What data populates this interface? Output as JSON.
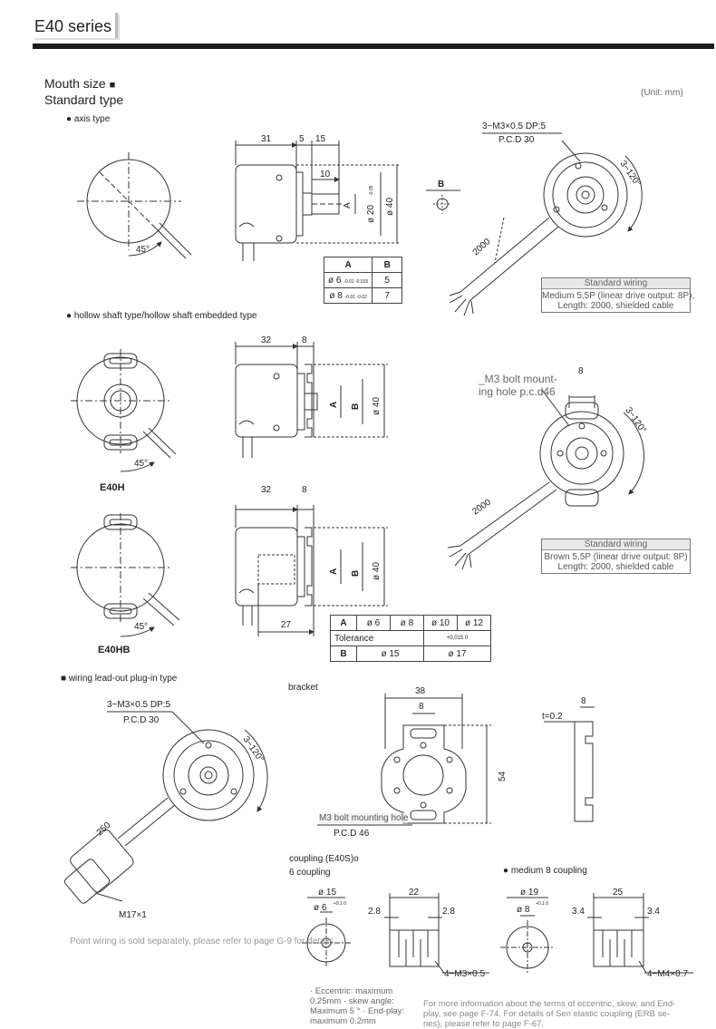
{
  "header": {
    "title": "E40 series"
  },
  "section_main": {
    "line1": "Mouth size",
    "bullet": "■",
    "line2": "Standard type",
    "unit": "(Unit: mm)"
  },
  "axis": {
    "label": "● axis type",
    "dims": {
      "d31": "31",
      "d5": "5",
      "d15": "15",
      "d10": "10",
      "dA": "A",
      "dphi20": "ø 20",
      "tol20": "-0.05",
      "dphi40": "ø 40",
      "angle": "45°",
      "B": "B"
    },
    "table": {
      "col_a": "A",
      "col_b": "B",
      "rows": [
        {
          "a": "ø 6",
          "tol": "-0.01 -0.015",
          "b": "5"
        },
        {
          "a": "ø 8",
          "tol": "-0.01 -0.02",
          "b": "7"
        }
      ]
    },
    "mount": {
      "screw": "3−M3×0.5 DP:5",
      "pcd": "P.C.D 30",
      "angle": "3−120°",
      "cable": "2000"
    },
    "wiring": {
      "head": "Standard wiring",
      "l1": "Medium 5,5P (linear drive output: 8P),",
      "l2": "Length: 2000, shielded cable"
    }
  },
  "hollow": {
    "label": "● hollow shaft type/hollow shaft embedded type",
    "e40h": {
      "name": "E40H",
      "d32": "32",
      "d8": "8",
      "A": "A",
      "B": "B",
      "phi40": "ø 40",
      "angle": "45°"
    },
    "bolt": {
      "l1": "_M3 bolt mount-",
      "l2": "ing hole p.c.d46",
      "d8": "8",
      "angle": "3−120°",
      "cable": "2000"
    },
    "e40hb": {
      "name": "E40HB",
      "d32": "32",
      "d8": "8",
      "A": "A",
      "B": "B",
      "phi40": "ø 40",
      "d27": "27",
      "angle": "45°"
    },
    "wiring": {
      "head": "Standard wiring",
      "l1": "Brown 5,5P (linear drive output: 8P)",
      "l2": "Length: 2000, shielded cable"
    },
    "table": {
      "rowA": [
        "A",
        "ø 6",
        "ø 8",
        "ø 10",
        "ø 12"
      ],
      "tol_label": "Tolerance",
      "tol_val": "+0.015 0",
      "rowB": [
        "B",
        "ø 15",
        "ø 17"
      ]
    }
  },
  "plugin": {
    "label": "■ wiring lead-out plug-in type",
    "screw": "3−M3×0.5 DP:5",
    "pcd": "P.C.D 30",
    "angle": "3−120°",
    "cable": "250",
    "conn": "M17×1",
    "note": "Point wiring is sold separately, please refer to page G-9 for details."
  },
  "bracket": {
    "label": "bracket",
    "d38": "38",
    "d8": "8",
    "d54": "54",
    "bolt": "M3 bolt mounting hole",
    "pcd": "P.C.D 46",
    "t": "t=0.2",
    "d8b": "8"
  },
  "coupling6": {
    "l1": "coupling (E40S)o",
    "l2": "6 coupling",
    "phi15": "ø 15",
    "phi6": "ø 6",
    "tol": "+0.1 0",
    "d22": "22",
    "d28a": "2.8",
    "d28b": "2.8",
    "screw": "4−M3×0.5"
  },
  "coupling8": {
    "label": "● medium 8 coupling",
    "phi19": "ø 19",
    "phi8": "ø 8",
    "tol": "+0.1 0",
    "d25": "25",
    "d34a": "3.4",
    "d34b": "3.4",
    "screw": "4−M4×0.7"
  },
  "footer": {
    "notes": [
      "· Eccentric: maximum",
      "0.25mm · skew angle:",
      "Maximum 5 ° · End-play:",
      "maximum 0.2mm"
    ],
    "info": [
      "For more information about the terms of eccentric, skew, and End-",
      "play, see page F-74. For details of Sen elastic coupling (ERB se-",
      "ries), please refer to page F-67."
    ]
  }
}
